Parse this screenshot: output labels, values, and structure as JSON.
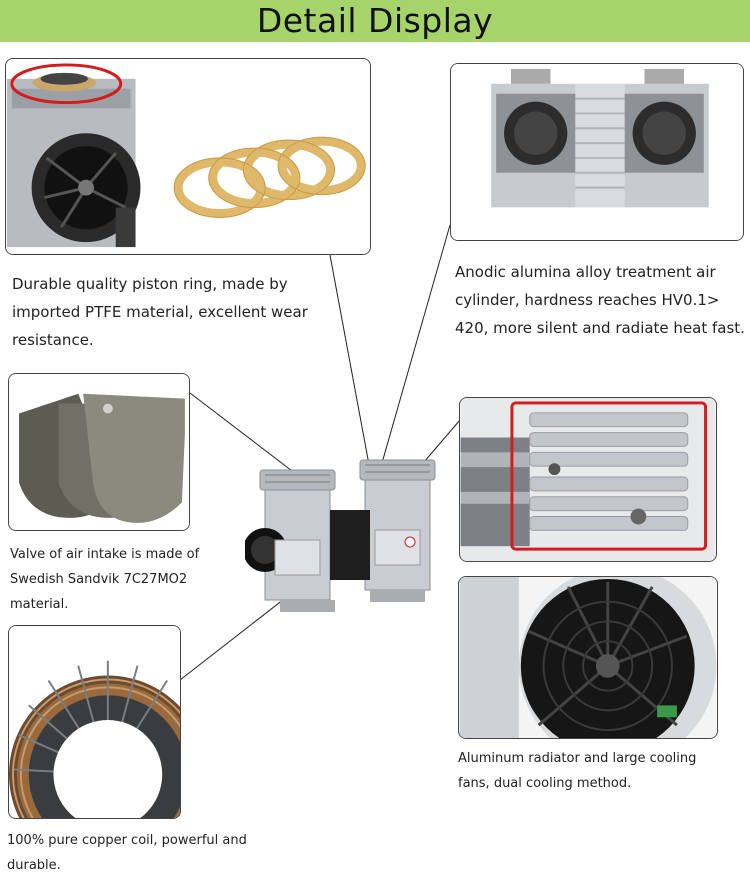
{
  "header": {
    "title": "Detail Display"
  },
  "colors": {
    "banner": "#a6d36a",
    "highlight": "#d41c1c",
    "ring": "#e0b86a"
  },
  "details": [
    {
      "id": "piston-ring",
      "caption": "Durable quality piston ring, made by imported PTFE material, excellent wear resistance."
    },
    {
      "id": "cylinder",
      "caption": "Anodic alumina alloy treatment air cylinder, hardness reaches HV0.1> 420, more silent and radiate heat fast."
    },
    {
      "id": "valve",
      "caption": "Valve of air intake is made of Swedish Sandvik 7C27MO2 material."
    },
    {
      "id": "radiator",
      "caption": ""
    },
    {
      "id": "fan",
      "caption": "Aluminum radiator and large cooling fans, dual cooling method."
    },
    {
      "id": "coil",
      "caption": "100% pure copper coil, powerful and durable."
    }
  ]
}
